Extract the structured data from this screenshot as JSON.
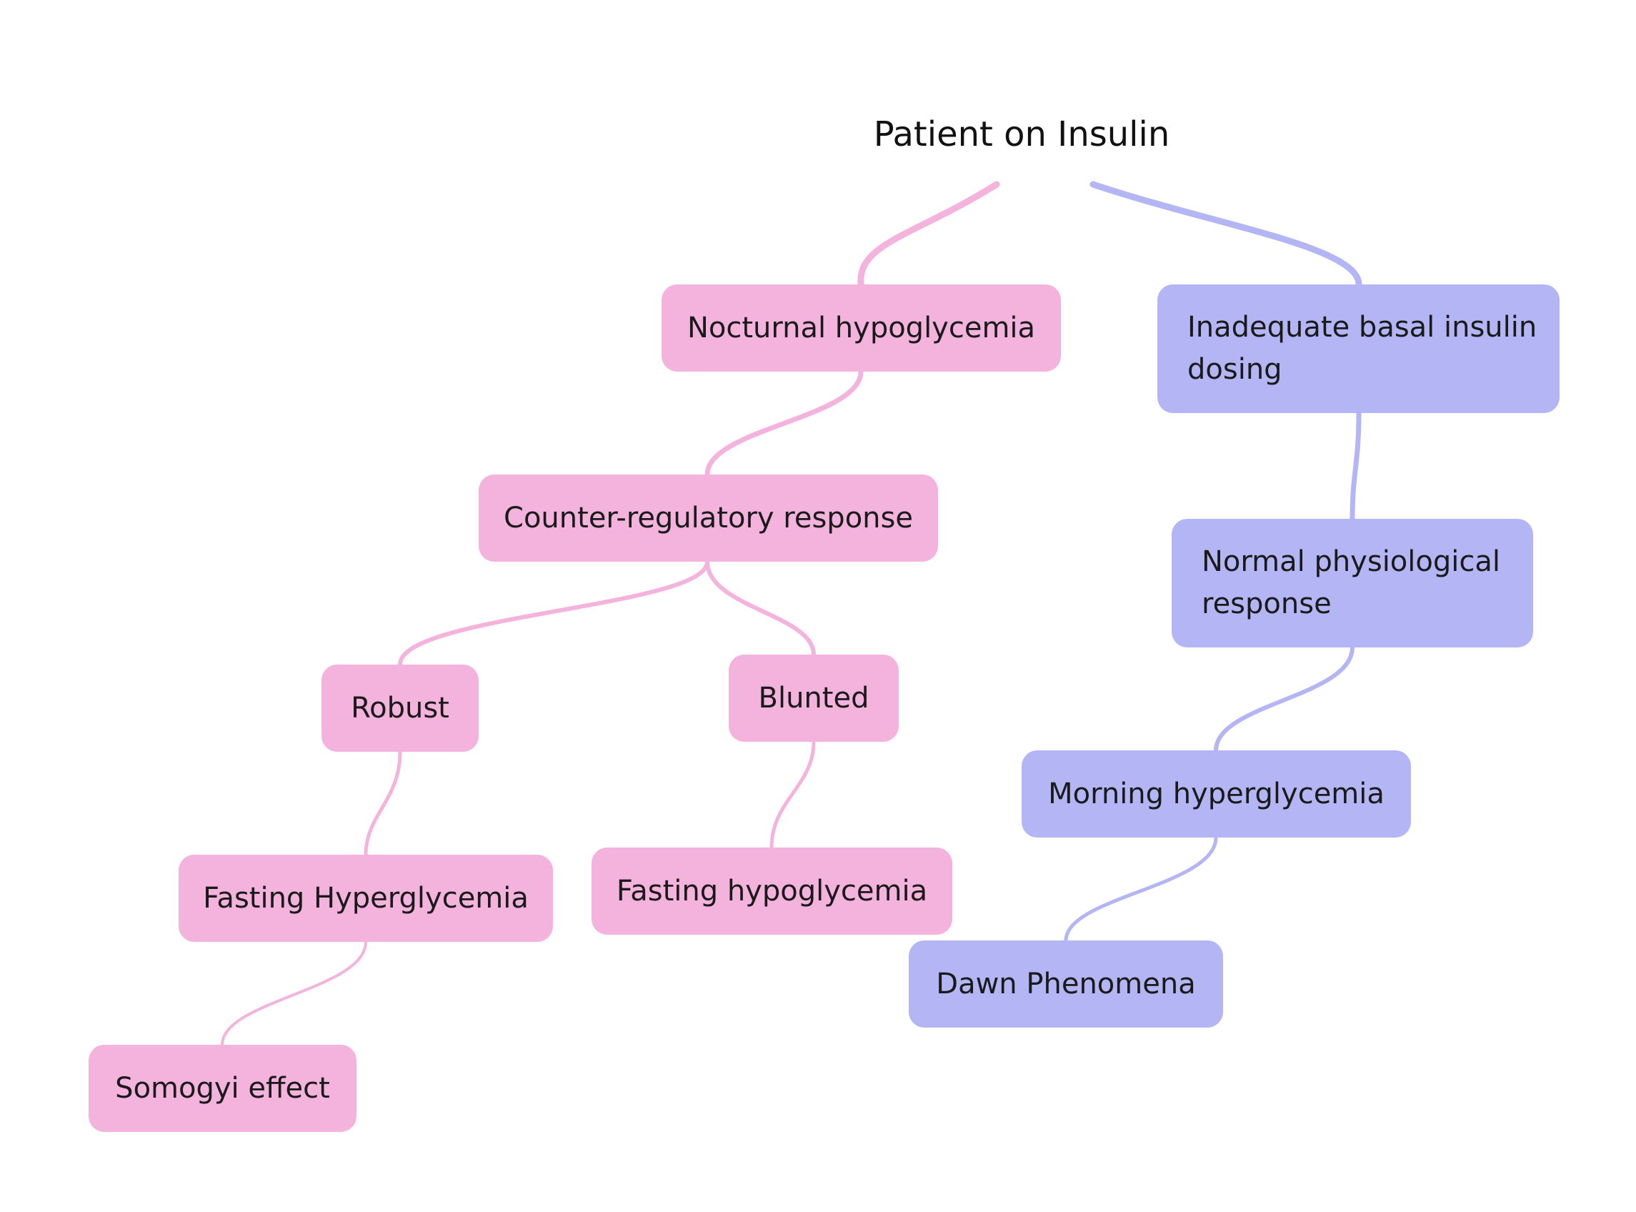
{
  "diagram": {
    "root": {
      "label": "Patient on Insulin"
    },
    "nodes": {
      "nocturnal_hypoglycemia": "Nocturnal hypoglycemia",
      "counter_regulatory_response": "Counter-regulatory response",
      "robust": "Robust",
      "blunted": "Blunted",
      "fasting_hyperglycemia": "Fasting Hyperglycemia",
      "fasting_hypoglycemia": "Fasting hypoglycemia",
      "somogyi_effect": "Somogyi effect",
      "inadequate_basal_insulin_dosing": "Inadequate basal insulin dosing",
      "normal_physiological_response": "Normal physiological response",
      "morning_hyperglycemia": "Morning hyperglycemia",
      "dawn_phenomena": "Dawn Phenomena"
    },
    "edges": [
      [
        "root",
        "nocturnal_hypoglycemia"
      ],
      [
        "nocturnal_hypoglycemia",
        "counter_regulatory_response"
      ],
      [
        "counter_regulatory_response",
        "robust"
      ],
      [
        "counter_regulatory_response",
        "blunted"
      ],
      [
        "robust",
        "fasting_hyperglycemia"
      ],
      [
        "blunted",
        "fasting_hypoglycemia"
      ],
      [
        "fasting_hyperglycemia",
        "somogyi_effect"
      ],
      [
        "root",
        "inadequate_basal_insulin_dosing"
      ],
      [
        "inadequate_basal_insulin_dosing",
        "normal_physiological_response"
      ],
      [
        "normal_physiological_response",
        "morning_hyperglycemia"
      ],
      [
        "morning_hyperglycemia",
        "dawn_phenomena"
      ]
    ],
    "colors": {
      "left_branch": "#f4b3dd",
      "right_branch": "#b4b5f4",
      "text": "#1a1a1a"
    }
  }
}
